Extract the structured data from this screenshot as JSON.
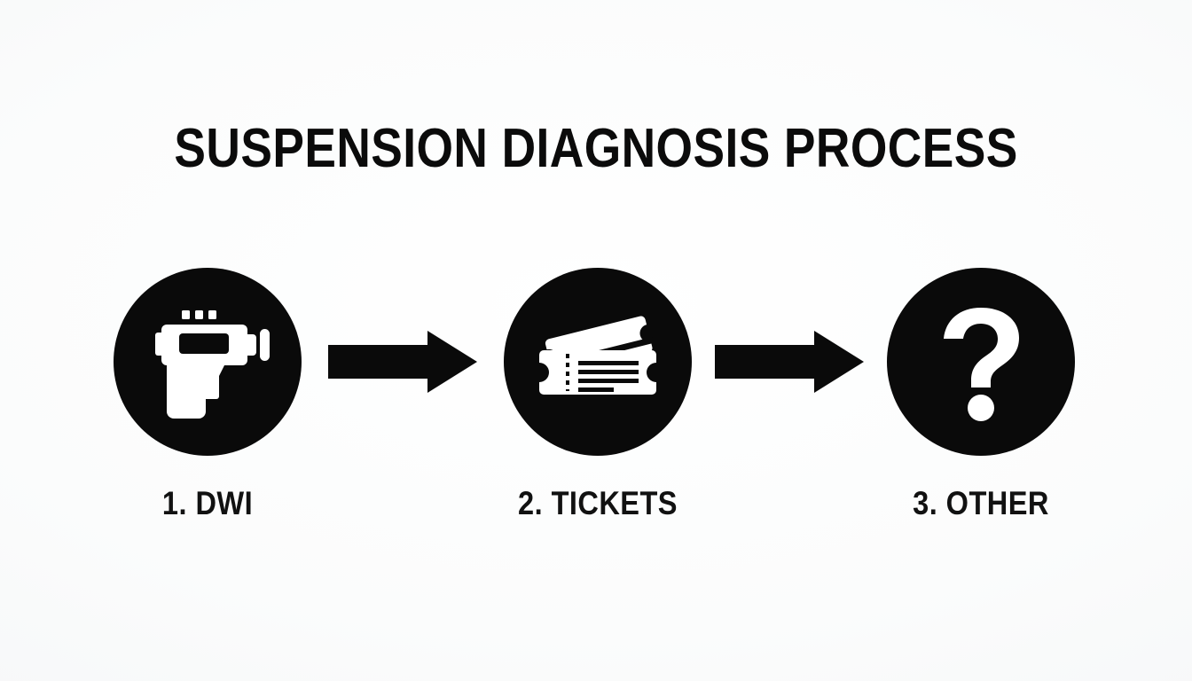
{
  "title": "SUSPENSION DIAGNOSIS PROCESS",
  "colors": {
    "background": "#fdfdfd",
    "foreground": "#0a0a0a",
    "icon_fill": "#ffffff",
    "text": "#111111"
  },
  "steps": [
    {
      "number": "1",
      "label": "1. DWI",
      "icon": "breathalyzer-icon",
      "icon_description": "handheld breathalyzer device with display screen and mouthpiece"
    },
    {
      "number": "2",
      "label": "2. TICKETS",
      "icon": "tickets-icon",
      "icon_description": "pair of perforated admission tickets with text lines"
    },
    {
      "number": "3",
      "label": "3. OTHER",
      "icon": "question-mark-icon",
      "icon_description": "question mark glyph"
    }
  ],
  "connectors": [
    {
      "name": "arrow-1",
      "direction": "right"
    },
    {
      "name": "arrow-2",
      "direction": "right"
    }
  ]
}
